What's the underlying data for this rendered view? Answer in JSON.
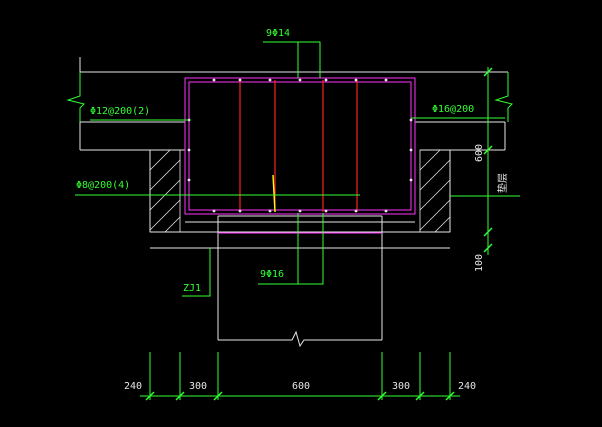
{
  "drawing": {
    "labels": {
      "top_bars": "9Φ14",
      "left_upper_bars": "Φ12@200(2)",
      "right_upper_bars": "Φ16@200",
      "stirrups": "Φ8@200(4)",
      "bottom_bars": "9Φ16",
      "column_tag": "ZJ1",
      "beam_depth": "600",
      "elevation_mark": "垫层",
      "cushion_depth": "100"
    },
    "dimensions": [
      "240",
      "300",
      "600",
      "300",
      "240"
    ],
    "colors": {
      "background": "#000000",
      "outline": "#e6e6e6",
      "leader": "#33ff33",
      "rebar_cage": "#ff33ff",
      "bars": "#ff2020",
      "accent": "#ffff00"
    }
  }
}
